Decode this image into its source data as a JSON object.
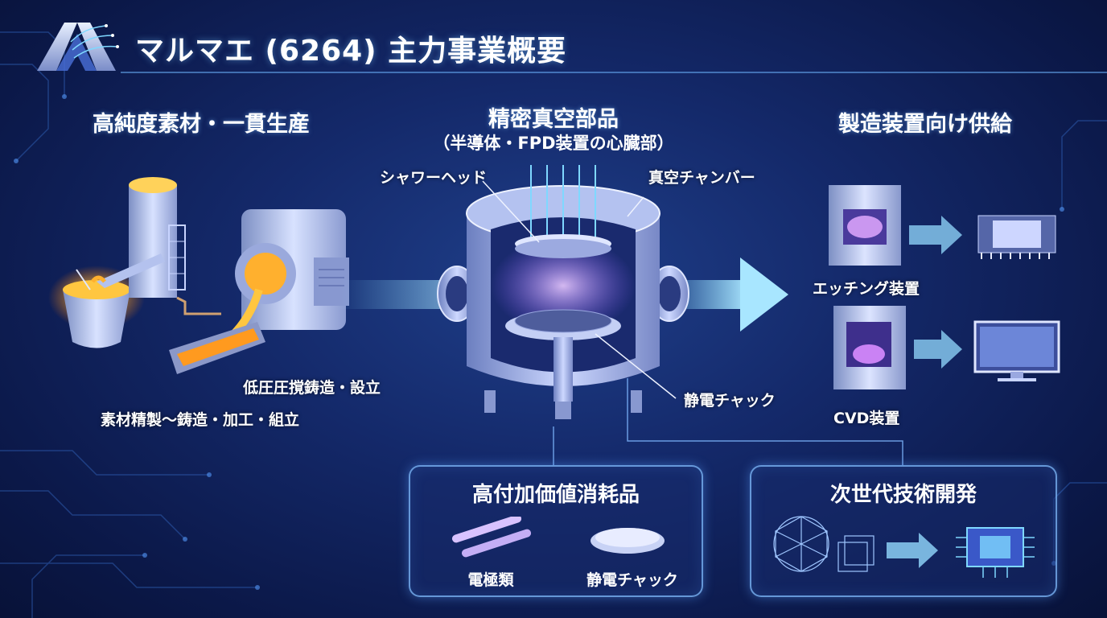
{
  "title": "マルマエ (6264) 主力事業概要",
  "sections": {
    "left": {
      "heading": "高純度素材・一貫生産",
      "label_casting": "低圧圧撹鋳造・設立",
      "label_process": "素材精製〜鋳造・加工・組立"
    },
    "center": {
      "heading_line1": "精密真空部品",
      "heading_line2": "（半導体・FPD装置の心臓部）",
      "label_showerhead": "シャワーヘッド",
      "label_chamber": "真空チャンバー",
      "label_chuck": "静電チャック"
    },
    "right": {
      "heading": "製造装置向け供給",
      "label_etching": "エッチング装置",
      "label_cvd": "CVD装置"
    }
  },
  "boxes": {
    "consumables": {
      "title": "高付加価値消耗品",
      "item1": "電極類",
      "item2": "静電チャック"
    },
    "nextgen": {
      "title": "次世代技術開発"
    }
  },
  "colors": {
    "accent_cyan": "#7fd8ff",
    "molten": "#ffb02e",
    "plasma": "#c77dff"
  }
}
